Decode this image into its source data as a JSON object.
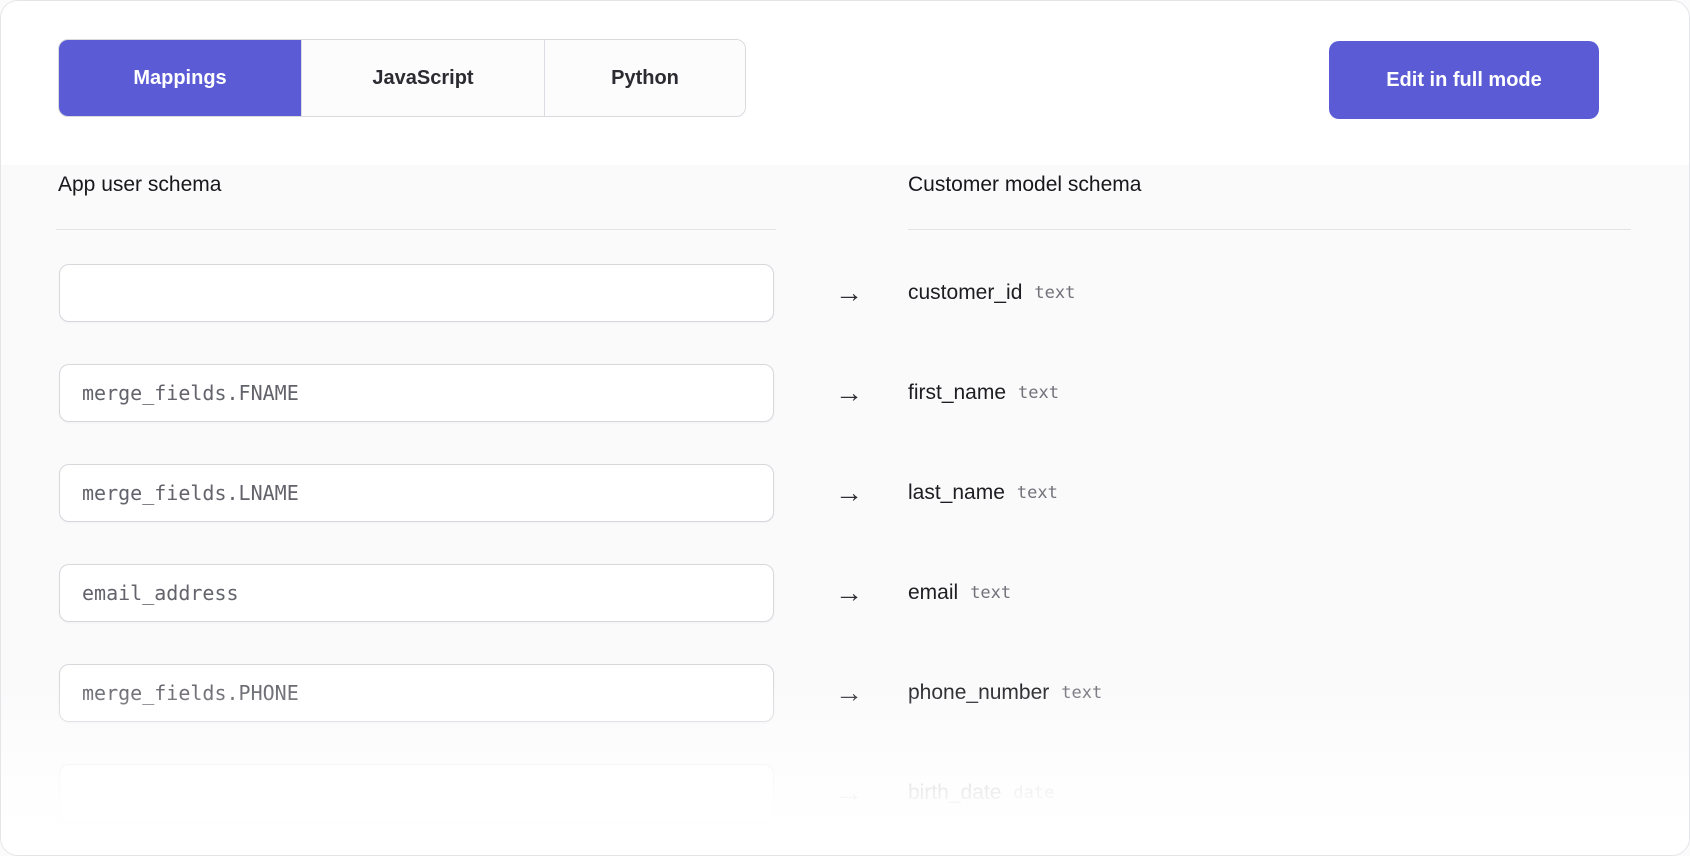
{
  "colors": {
    "accent": "#5b5bd6",
    "tab_inactive_bg": "#fcfcfd",
    "content_bg": "#fafafb",
    "divider": "#e3e3e8"
  },
  "tabs": [
    {
      "label": "Mappings",
      "active": true
    },
    {
      "label": "JavaScript",
      "active": false
    },
    {
      "label": "Python",
      "active": false
    }
  ],
  "actions": {
    "edit_full_mode_label": "Edit in full mode"
  },
  "left_panel": {
    "title": "App user schema"
  },
  "right_panel": {
    "title": "Customer model schema"
  },
  "icons": {
    "arrow_right": "→"
  },
  "mappings": [
    {
      "source": "",
      "target": "customer_id",
      "type": "text",
      "faded": false
    },
    {
      "source": "merge_fields.FNAME",
      "target": "first_name",
      "type": "text",
      "faded": false
    },
    {
      "source": "merge_fields.LNAME",
      "target": "last_name",
      "type": "text",
      "faded": false
    },
    {
      "source": "email_address",
      "target": "email",
      "type": "text",
      "faded": false
    },
    {
      "source": "merge_fields.PHONE",
      "target": "phone_number",
      "type": "text",
      "faded": false
    },
    {
      "source": "",
      "target": "birth_date",
      "type": "date",
      "faded": true
    }
  ]
}
